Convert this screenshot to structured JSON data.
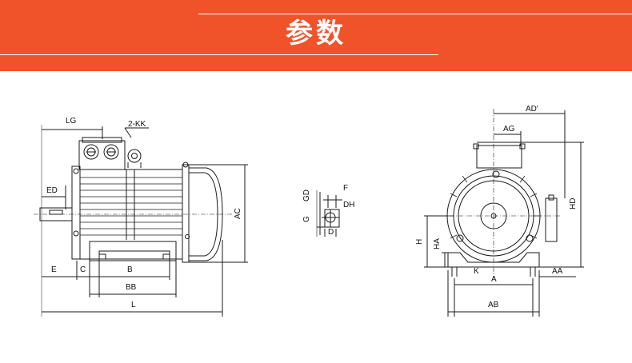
{
  "banner": {
    "title": "参数"
  },
  "colors": {
    "banner": "#f0522a",
    "line": "#1a1a1a"
  },
  "side_view": {
    "labels": {
      "lg": "LG",
      "kk": "2-KK",
      "ed": "ED",
      "ac": "AC",
      "e": "E",
      "c": "C",
      "b": "B",
      "bb": "BB",
      "l": "L"
    }
  },
  "shaft_detail": {
    "labels": {
      "gd": "GD",
      "f": "F",
      "dh": "DH",
      "g": "G",
      "d": "D"
    }
  },
  "end_view": {
    "labels": {
      "ad": "AD'",
      "ag": "AG",
      "hd": "HD",
      "h": "H",
      "ha": "HA",
      "k": "K",
      "a": "A",
      "aa": "AA",
      "ab": "AB"
    }
  }
}
